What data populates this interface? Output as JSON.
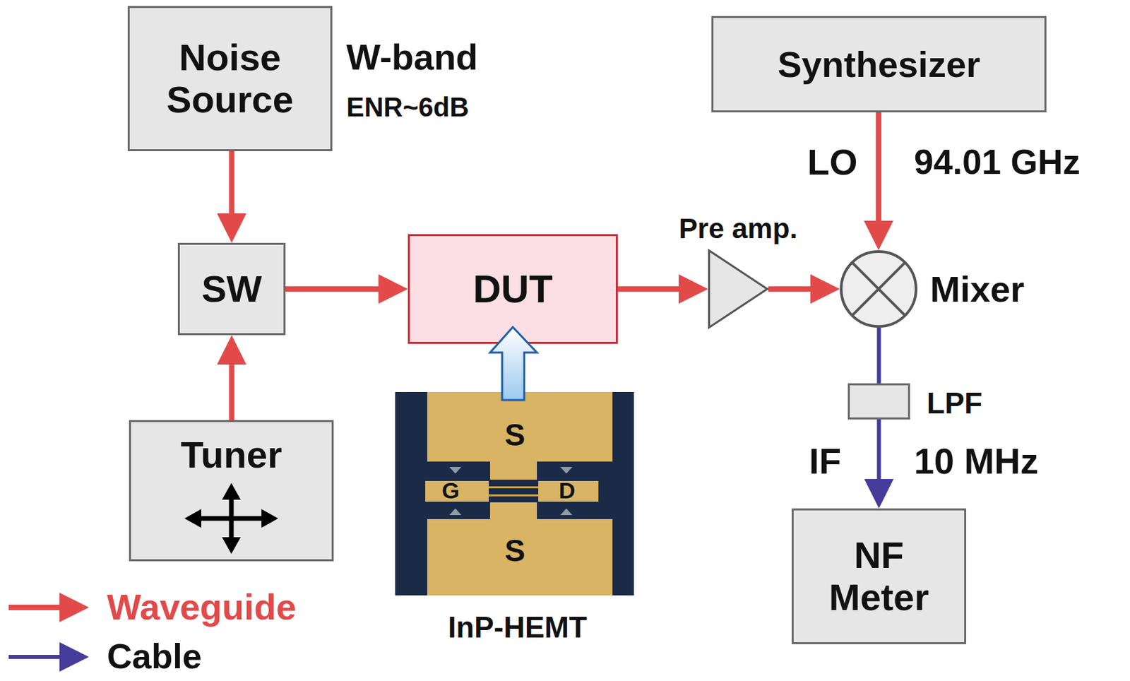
{
  "diagram": {
    "nodes": [
      {
        "text": [
          "Noise Source"
        ]
      },
      {
        "text": [
          "SW"
        ]
      },
      {
        "text": [
          "Tuner"
        ]
      },
      {
        "text": [
          "DUT"
        ]
      },
      {
        "text": [
          "Pre amp."
        ]
      },
      {
        "text": [
          "Mixer"
        ]
      },
      {
        "text": [
          "Synthesizer"
        ]
      },
      {
        "text": [
          "LPF"
        ]
      },
      {
        "text": [
          "NF Meter"
        ]
      }
    ],
    "edges": [
      {
        "from": 0,
        "to": 1,
        "arrow": "to"
      },
      {
        "from": 2,
        "to": 1,
        "arrow": "to"
      },
      {
        "from": 1,
        "to": 3,
        "arrow": "to"
      },
      {
        "from": 3,
        "to": 4,
        "arrow": "to"
      },
      {
        "from": 4,
        "to": 5,
        "arrow": "to"
      },
      {
        "from": 6,
        "to": 5,
        "arrow": "to"
      },
      {
        "from": 5,
        "to": 7,
        "arrow": "none"
      },
      {
        "from": 7,
        "to": 8,
        "arrow": "to"
      }
    ],
    "labels": [
      "W-band",
      "ENR~6dB",
      "LO",
      "94.01 GHz",
      "S",
      "G",
      "D",
      "S",
      "InP-HEMT",
      "IF",
      "10 MHz"
    ],
    "legend": [
      {
        "text": "Waveguide"
      },
      {
        "text": "Cable"
      }
    ]
  }
}
